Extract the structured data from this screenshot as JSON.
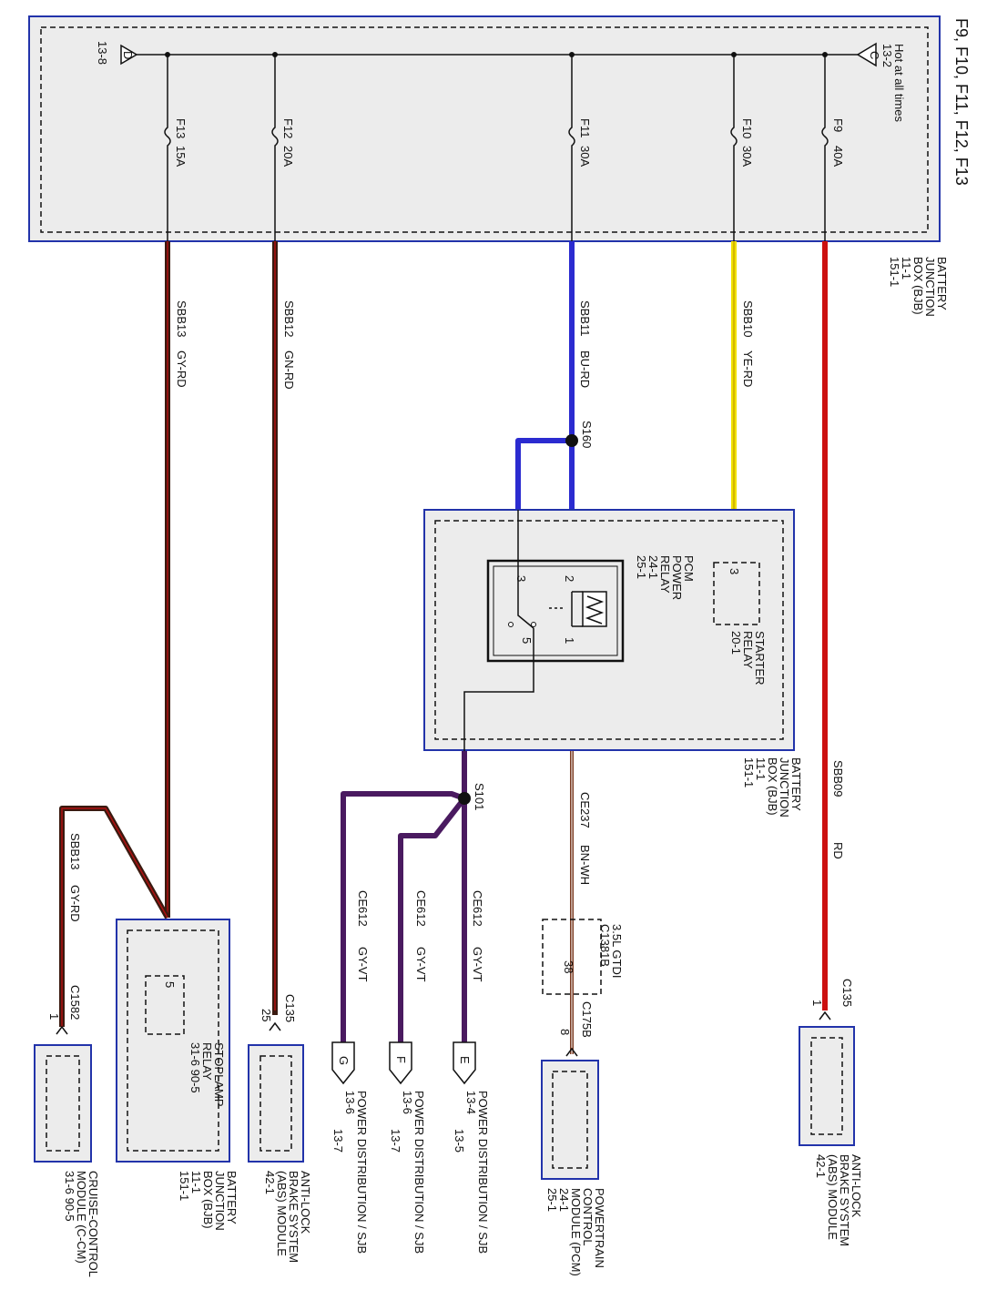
{
  "title": "F9, F10, F11, F12, F13",
  "bjb": {
    "hot_note": "Hot at all times",
    "page_c": "13-2",
    "page_d": "13-8",
    "conn_c": "C",
    "conn_d": "D",
    "name_lines": [
      "BATTERY",
      "JUNCTION",
      "BOX (BJB)",
      "11-1",
      "151-1"
    ],
    "fuses": [
      {
        "id": "F9",
        "amp": "40A"
      },
      {
        "id": "F10",
        "amp": "30A"
      },
      {
        "id": "F11",
        "amp": "30A"
      },
      {
        "id": "F12",
        "amp": "20A"
      },
      {
        "id": "F13",
        "amp": "15A"
      }
    ]
  },
  "wires": {
    "sbb09": {
      "label": "SBB09",
      "color_code": "RD",
      "color": "#cc1111"
    },
    "sbb10": {
      "label": "SBB10",
      "color_code": "YE-RD",
      "color": "#f0e000"
    },
    "sbb11": {
      "label": "SBB11",
      "color_code": "BU-RD",
      "color": "#2b2bd0"
    },
    "sbb12": {
      "label": "SBB12",
      "color_code": "GN-RD",
      "color": "#3a1a10"
    },
    "sbb13": {
      "label": "SBB13",
      "color_code": "GY-RD",
      "color": "#3a1a10"
    },
    "sbb13b": {
      "label": "SBB13",
      "color_code": "GY-RD"
    },
    "ce237": {
      "label": "CE237",
      "color_code": "BN-WH"
    },
    "ce612": {
      "label": "CE612",
      "color_code": "GY-VT",
      "color": "#4a1a60"
    }
  },
  "splices": {
    "s160": "S160",
    "s101": "S101"
  },
  "bjb2": {
    "name_lines": [
      "BATTERY",
      "JUNCTION",
      "BOX (BJB)",
      "11-1",
      "151-1"
    ],
    "pcm_relay": [
      "PCM",
      "POWER",
      "RELAY",
      "24-1",
      "25-1"
    ],
    "starter_relay": [
      "STARTER",
      "RELAY",
      "20-1"
    ],
    "pins": {
      "p1": "1",
      "p2": "2",
      "p3": "3",
      "p5": "5",
      "starter": "3"
    }
  },
  "connectors": {
    "c1381b": {
      "note": "3.5L GTDI",
      "name": "C1381B",
      "pin": "38"
    },
    "c175b": {
      "name": "C175B",
      "pin": "8"
    },
    "c135_abs1": {
      "name": "C135",
      "pin": "1"
    },
    "c135_abs2": {
      "name": "C135",
      "pin": "25"
    },
    "c1582": {
      "name": "C1582",
      "pin": "1"
    }
  },
  "power_dist": [
    {
      "letter": "E",
      "line1": "POWER DISTRIBUTION / SJB",
      "line2": "13-4",
      "line3": "13-5"
    },
    {
      "letter": "F",
      "line1": "POWER DISTRIBUTION / SJB",
      "line2": "13-6",
      "line3": "13-7"
    },
    {
      "letter": "G",
      "line1": "POWER DISTRIBUTION / SJB",
      "line2": "13-6",
      "line3": "13-7"
    }
  ],
  "modules": {
    "abs_top": [
      "ANTI-LOCK",
      "BRAKE SYSTEM",
      "(ABS) MODULE",
      "42-1"
    ],
    "pcm": [
      "POWERTRAIN",
      "CONTROL",
      "MODULE (PCM)",
      "24-1",
      "25-1"
    ],
    "abs_bottom": [
      "ANTI-LOCK",
      "BRAKE SYSTEM",
      "(ABS) MODULE",
      "42-1"
    ],
    "bjb3": [
      "BATTERY",
      "JUNCTION",
      "BOX (BJB)",
      "11-1",
      "151-1"
    ],
    "stoplamp": [
      "STOPLAMP",
      "RELAY",
      "31-6   90-5"
    ],
    "stoplamp_pin": "5",
    "cruise": [
      "CRUISE-CONTROL",
      "MODULE (C-CM)",
      "31-6   90-5"
    ]
  }
}
